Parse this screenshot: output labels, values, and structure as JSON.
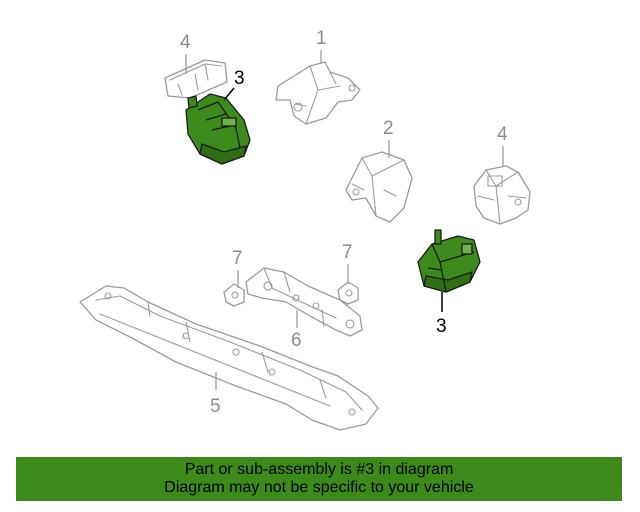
{
  "diagram": {
    "callouts": [
      {
        "id": "c1",
        "label": "1"
      },
      {
        "id": "c2",
        "label": "2"
      },
      {
        "id": "c3a",
        "label": "3"
      },
      {
        "id": "c3b",
        "label": "3"
      },
      {
        "id": "c4a",
        "label": "4"
      },
      {
        "id": "c4b",
        "label": "4"
      },
      {
        "id": "c5",
        "label": "5"
      },
      {
        "id": "c6",
        "label": "6"
      },
      {
        "id": "c7a",
        "label": "7"
      },
      {
        "id": "c7b",
        "label": "7"
      }
    ],
    "colors": {
      "highlight": "#3d8a1c",
      "outline": "#9a9a9a",
      "callout_grey": "#8c8c8c",
      "banner_bg": "#3b8a1a"
    }
  },
  "banner": {
    "line1": "Part or sub-assembly is #3 in diagram",
    "line2": "Diagram may not be specific to your vehicle"
  }
}
